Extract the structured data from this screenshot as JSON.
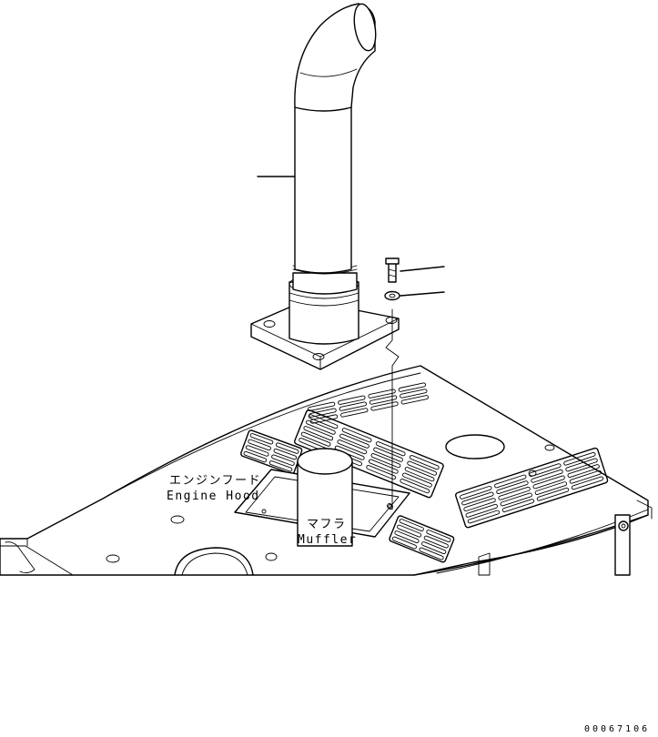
{
  "labels": {
    "engine_hood_jp": "エンジンフード",
    "engine_hood_en": "Engine Hood",
    "muffler_jp": "マフラ",
    "muffler_en": "Muffler"
  },
  "drawing_number": "00067106",
  "colors": {
    "line": "#000000",
    "background": "#ffffff"
  }
}
